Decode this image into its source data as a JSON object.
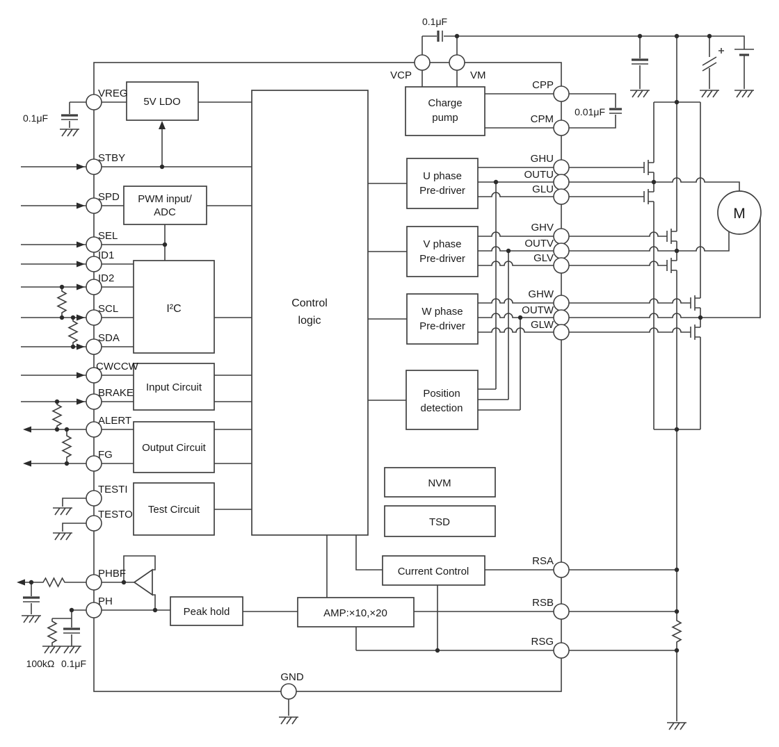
{
  "diagram": {
    "ic": {
      "left_pins": [
        {
          "label": "VREG"
        },
        {
          "label": "STBY"
        },
        {
          "label": "SPD"
        },
        {
          "label": "SEL"
        },
        {
          "label": "ID1"
        },
        {
          "label": "ID2"
        },
        {
          "label": "SCL"
        },
        {
          "label": "SDA"
        },
        {
          "label": "CWCCW"
        },
        {
          "label": "BRAKE"
        },
        {
          "label": "ALERT"
        },
        {
          "label": "FG"
        },
        {
          "label": "TESTI"
        },
        {
          "label": "TESTO"
        },
        {
          "label": "PHBF"
        },
        {
          "label": "PH"
        }
      ],
      "right_pins": [
        {
          "label": "CPP"
        },
        {
          "label": "CPM"
        },
        {
          "label": "GHU"
        },
        {
          "label": "OUTU"
        },
        {
          "label": "GLU"
        },
        {
          "label": "GHV"
        },
        {
          "label": "OUTV"
        },
        {
          "label": "GLV"
        },
        {
          "label": "GHW"
        },
        {
          "label": "OUTW"
        },
        {
          "label": "GLW"
        },
        {
          "label": "RSA"
        },
        {
          "label": "RSB"
        },
        {
          "label": "RSG"
        }
      ],
      "top_pins": [
        {
          "label": "VCP"
        },
        {
          "label": "VM"
        }
      ],
      "bottom_pins": [
        {
          "label": "GND"
        }
      ]
    },
    "blocks": {
      "ldo": "5V LDO",
      "pwm_line1": "PWM input/",
      "pwm_line2": "ADC",
      "i2c": "I²C",
      "control_line1": "Control",
      "control_line2": "logic",
      "input": "Input Circuit",
      "output": "Output Circuit",
      "test": "Test Circuit",
      "charge_line1": "Charge",
      "charge_line2": "pump",
      "u_line1": "U phase",
      "u_line2": "Pre-driver",
      "v_line1": "V phase",
      "v_line2": "Pre-driver",
      "w_line1": "W phase",
      "w_line2": "Pre-driver",
      "pos_line1": "Position",
      "pos_line2": "detection",
      "nvm": "NVM",
      "tsd": "TSD",
      "current": "Current Control",
      "peak": "Peak hold",
      "amp": "AMP:×10,×20"
    },
    "external": {
      "cap_vreg": "0.1μF",
      "cap_vm": "0.1μF",
      "cap_cp": "0.01μF",
      "res_ph": "100kΩ",
      "cap_ph": "0.1μF",
      "motor": "M"
    },
    "colors": {
      "line": "#3f3f3f",
      "text": "#1a1a1a",
      "background": "#ffffff"
    }
  }
}
